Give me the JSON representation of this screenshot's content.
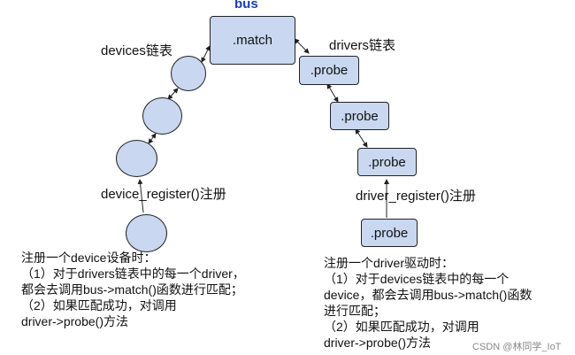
{
  "bus": {
    "title": "bus",
    "match_label": ".match"
  },
  "devices": {
    "list_label": "devices链表",
    "register_label": "device_register()注册"
  },
  "drivers": {
    "list_label": "drivers链表",
    "probe_labels": [
      ".probe",
      ".probe",
      ".probe",
      ".probe"
    ],
    "register_label": "driver_register()注册"
  },
  "device_desc": {
    "lines": [
      "注册一个device设备时：",
      "（1）对于drivers链表中的每一个driver，",
      "都会去调用bus->match()函数进行匹配；",
      "（2）如果匹配成功，对调用",
      "driver->probe()方法"
    ]
  },
  "driver_desc": {
    "lines": [
      "注册一个driver驱动时：",
      "（1）对于devices链表中的每一个",
      "device，都会去调用bus->match()函数",
      "进行匹配；",
      "（2）如果匹配成功，对调用",
      "driver->probe()方法"
    ]
  },
  "watermark": "CSDN @林同学_IoT",
  "colors": {
    "node_fill": "#c9d8f0",
    "bus_title": "#1a3fb0",
    "stroke": "#222222"
  }
}
